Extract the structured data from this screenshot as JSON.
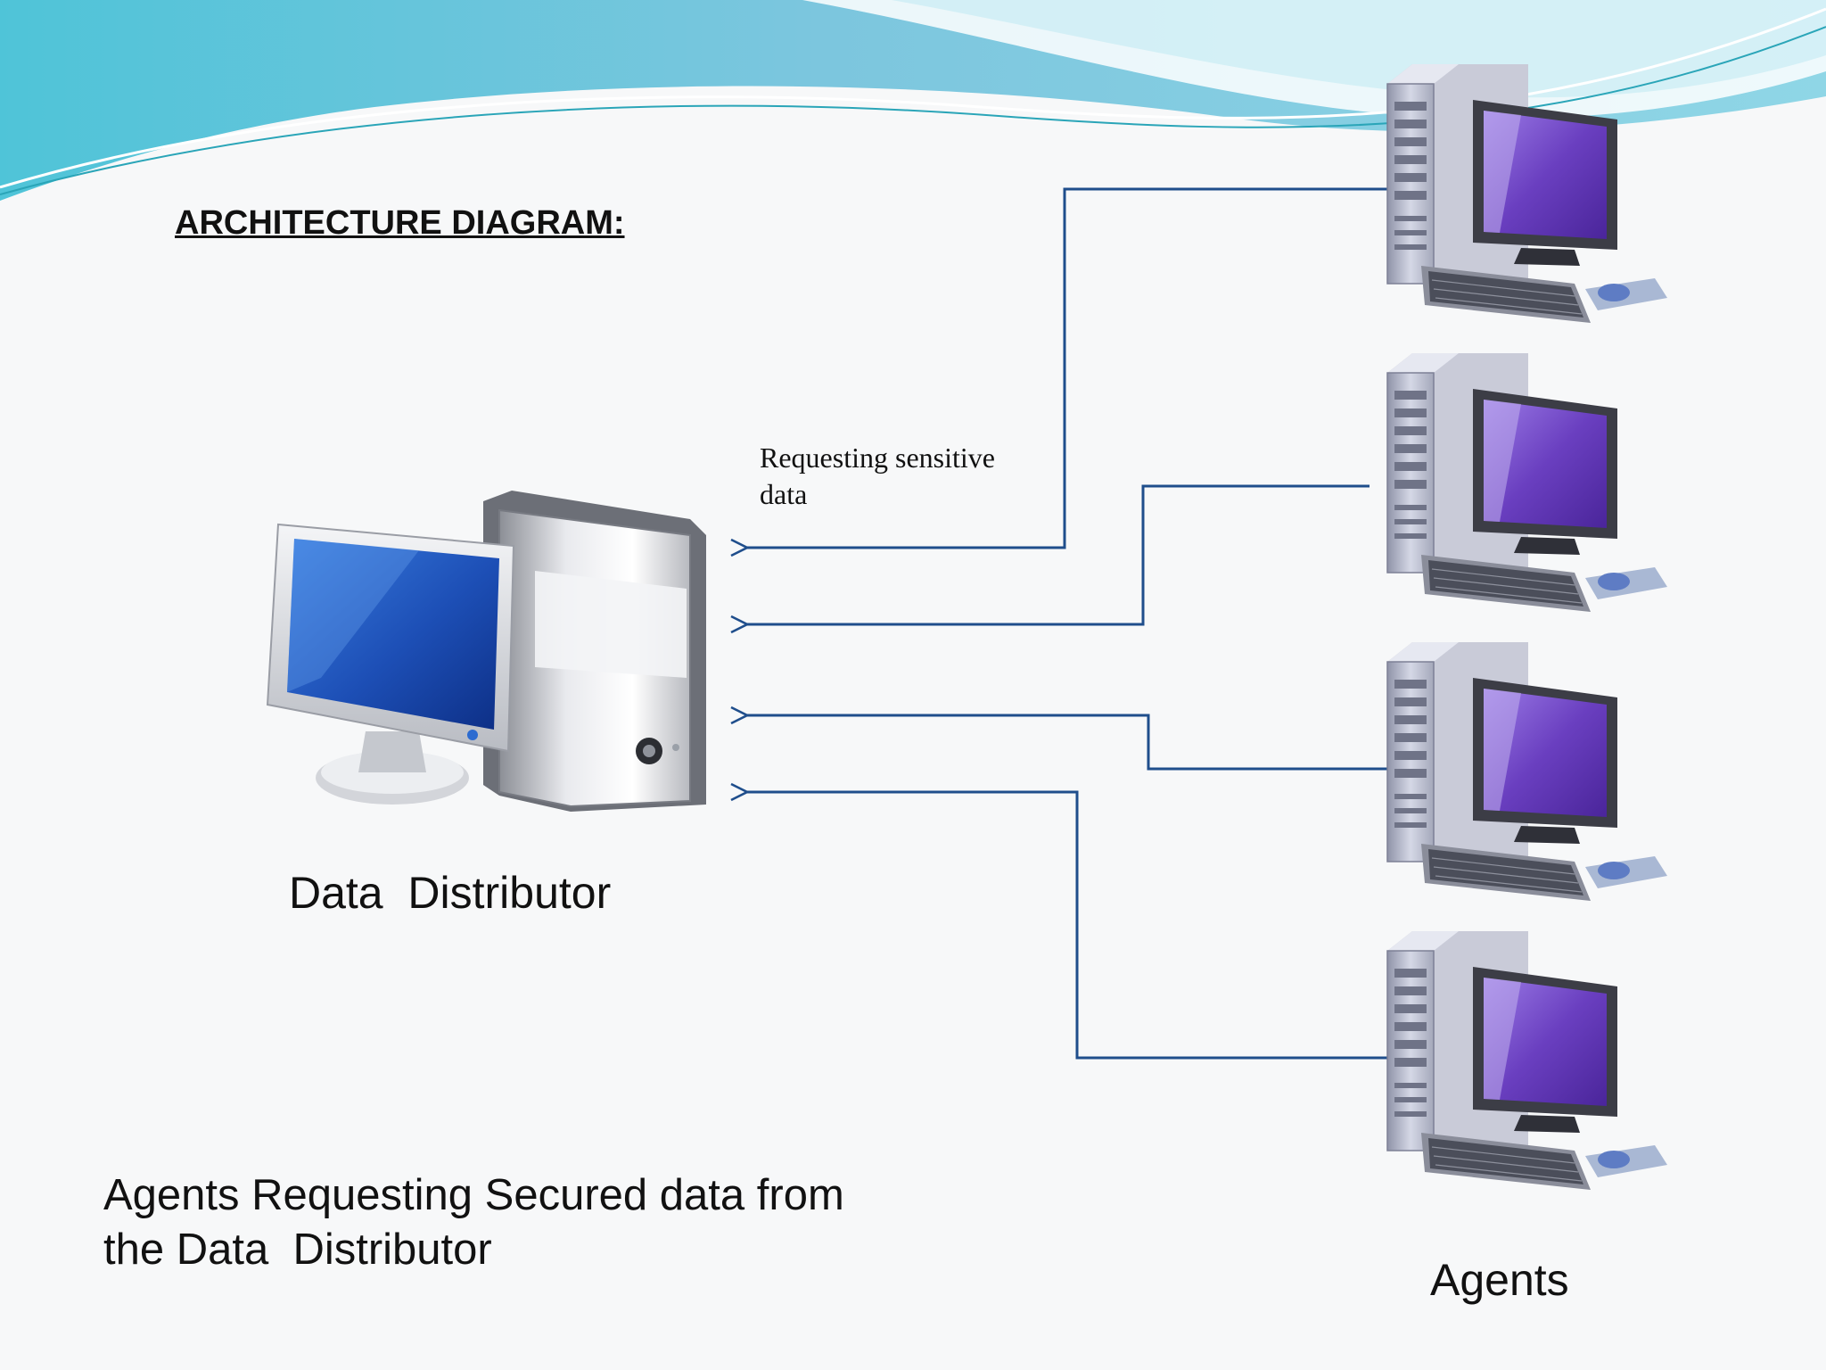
{
  "title": "ARCHITECTURE DIAGRAM:",
  "edge_label": "Requesting sensitive data",
  "nodes": {
    "distributor": {
      "label": "Data  Distributor",
      "icon": "desktop-computer-icon"
    },
    "agents_group": {
      "label": "Agents",
      "icon": "workstation-icon",
      "count": 4
    }
  },
  "caption": "Agents Requesting Secured data from\nthe Data  Distributor",
  "colors": {
    "connector": "#1f4e8c",
    "header_wave": "#5bc3dc",
    "distributor_screen": "#1d4fb6",
    "agent_screen": "#6a3fc0"
  }
}
